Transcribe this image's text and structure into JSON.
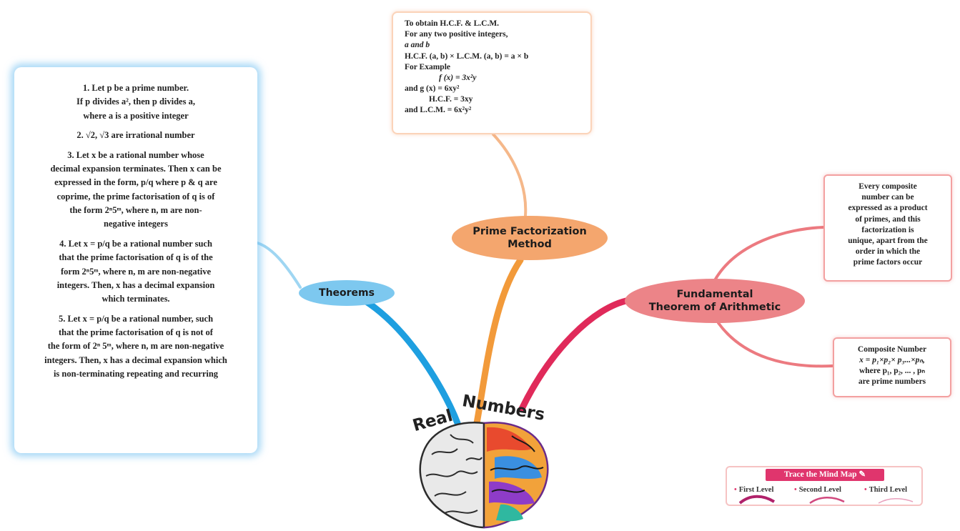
{
  "central_topic": {
    "word1": "Real",
    "word2": "Numbers"
  },
  "branches": {
    "theorems": {
      "label": "Theorems"
    },
    "prime_factorization": {
      "label_line1": "Prime Factorization",
      "label_line2": "Method"
    },
    "fundamental": {
      "label_line1": "Fundamental",
      "label_line2": "Theorem of Arithmetic"
    }
  },
  "theorems_box": {
    "t1_line1": "1. Let p be a prime number.",
    "t1_line2": "If p divides a², then p divides a,",
    "t1_line3": "where a is a positive integer",
    "t2": "2. √2, √3 are irrational number",
    "t3_line1": "3. Let x be a rational number whose",
    "t3_line2": "decimal expansion terminates. Then x can be",
    "t3_line3": "expressed in the form, p/q where p & q are",
    "t3_line4": "coprime, the prime factorisation of q is of",
    "t3_line5": "the form 2ⁿ5ᵐ, where n, m are non-",
    "t3_line6": "negative integers",
    "t4_line1": "4. Let x = p/q be a rational number such",
    "t4_line2": "that the prime factorisation of q is of the",
    "t4_line3": "form 2ⁿ5ᵐ, where n, m are non-negative",
    "t4_line4": "integers. Then, x has a decimal expansion",
    "t4_line5": "which terminates.",
    "t5_line1": "5. Let x = p/q be a rational number, such",
    "t5_line2": "that the prime factorisation of q is not of",
    "t5_line3": "the form of 2ⁿ 5ᵐ, where n, m are non-negative",
    "t5_line4": "integers. Then, x has a decimal expansion which",
    "t5_line5": "is non-terminating repeating and recurring"
  },
  "hcf_box": {
    "l1": "To obtain H.C.F. & L.C.M.",
    "l2": "For any two positive integers,",
    "l3": "a and b",
    "l4": "H.C.F. (a, b) × L.C.M. (a, b) = a × b",
    "l5": "For Example",
    "l6": "f (x) = 3x²y",
    "l7": "and   g (x) = 6xy²",
    "l8": "H.C.F. = 3xy",
    "l9": "and L.C.M. = 6x²y²"
  },
  "fundamental_box1": {
    "l1": "Every composite",
    "l2": "number can be",
    "l3": "expressed as a product",
    "l4": "of primes, and this",
    "l5": "factorization is",
    "l6": "unique, apart from the",
    "l7": "order in which the",
    "l8": "prime factors occur"
  },
  "fundamental_box2": {
    "l1": "Composite Number",
    "l2": "x = p₁×p₂× p₃...×pₙ,",
    "l3": "where p₁, p₂, ... , pₙ",
    "l4": "are prime numbers"
  },
  "legend": {
    "title": "Trace the  Mind Map",
    "first": "First Level",
    "second": "Second Level",
    "third": "Third Level"
  },
  "colors": {
    "theorems": "#7dc8ef",
    "prime": "#f4a66e",
    "fundamental": "#ec8488",
    "accent": "#e0356d"
  }
}
